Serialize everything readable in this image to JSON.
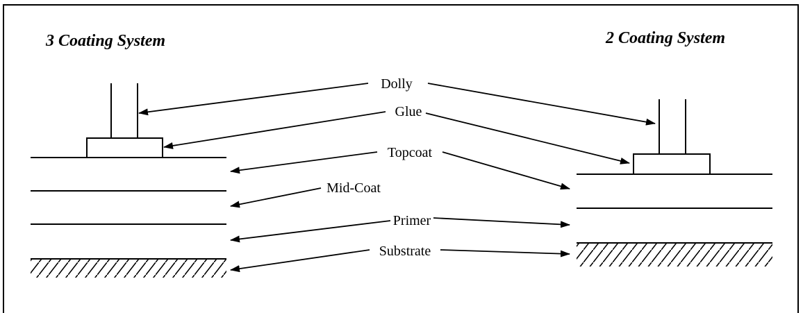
{
  "titles": {
    "left": "3 Coating System",
    "right": "2 Coating System"
  },
  "labels": {
    "dolly": "Dolly",
    "glue": "Glue",
    "topcoat": "Topcoat",
    "midcoat": "Mid-Coat",
    "primer": "Primer",
    "substrate": "Substrate"
  },
  "colors": {
    "line": "#000000",
    "background": "#ffffff"
  }
}
